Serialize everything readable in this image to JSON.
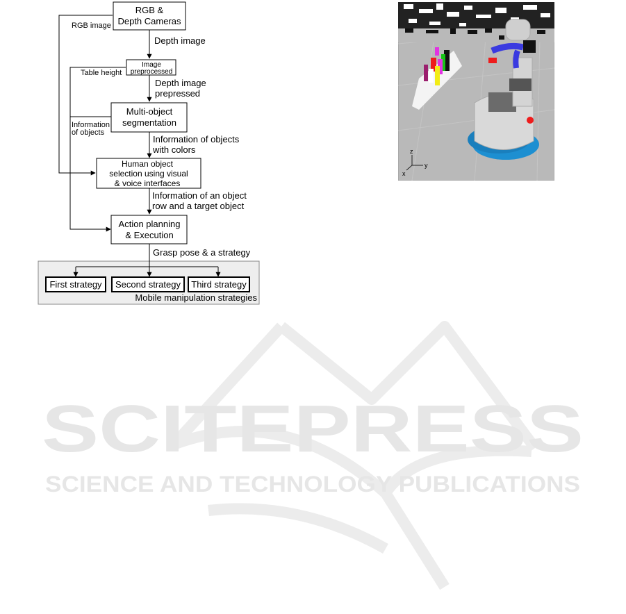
{
  "flowchart": {
    "nodes": {
      "cameras": [
        "RGB &",
        "Depth Cameras"
      ],
      "preprocess": [
        "Image",
        "preprocessed"
      ],
      "segmentation": [
        "Multi-object",
        "segmentation"
      ],
      "selection": [
        "Human object",
        "selection using visual",
        "& voice interfaces"
      ],
      "planning": [
        "Action planning",
        "& Execution"
      ],
      "first_strategy": "First strategy",
      "second_strategy": "Second strategy",
      "third_strategy": "Third strategy"
    },
    "edge_labels": {
      "rgb_image": "RGB image",
      "depth_image": "Depth image",
      "table_height": "Table height",
      "depth_preprocessed": [
        "Depth image",
        "prepressed"
      ],
      "information_of_objects": [
        "Information",
        "of objects"
      ],
      "objects_with_colors": [
        "Information of objects",
        "with colors"
      ],
      "object_row_target": [
        "Information of an object",
        "row and a  target object"
      ],
      "grasp_pose": "Grasp pose & a strategy"
    },
    "group_label": "Mobile manipulation strategies"
  },
  "scene": {
    "axes": {
      "x": "x",
      "y": "y",
      "z": "z"
    },
    "colors": {
      "floor": "#b9b9b9",
      "obstacle": "#111111",
      "robot_body": "#d9d9d9",
      "robot_base": "#1d8fd1",
      "objects": [
        "#e233e2",
        "#ee1c1c",
        "#111111",
        "#17c417",
        "#f2ec16",
        "#9b1f6e"
      ]
    }
  },
  "watermark": {
    "title": "SCITEPRESS",
    "subtitle": "SCIENCE AND TECHNOLOGY PUBLICATIONS",
    "color": "#ebebeb"
  }
}
